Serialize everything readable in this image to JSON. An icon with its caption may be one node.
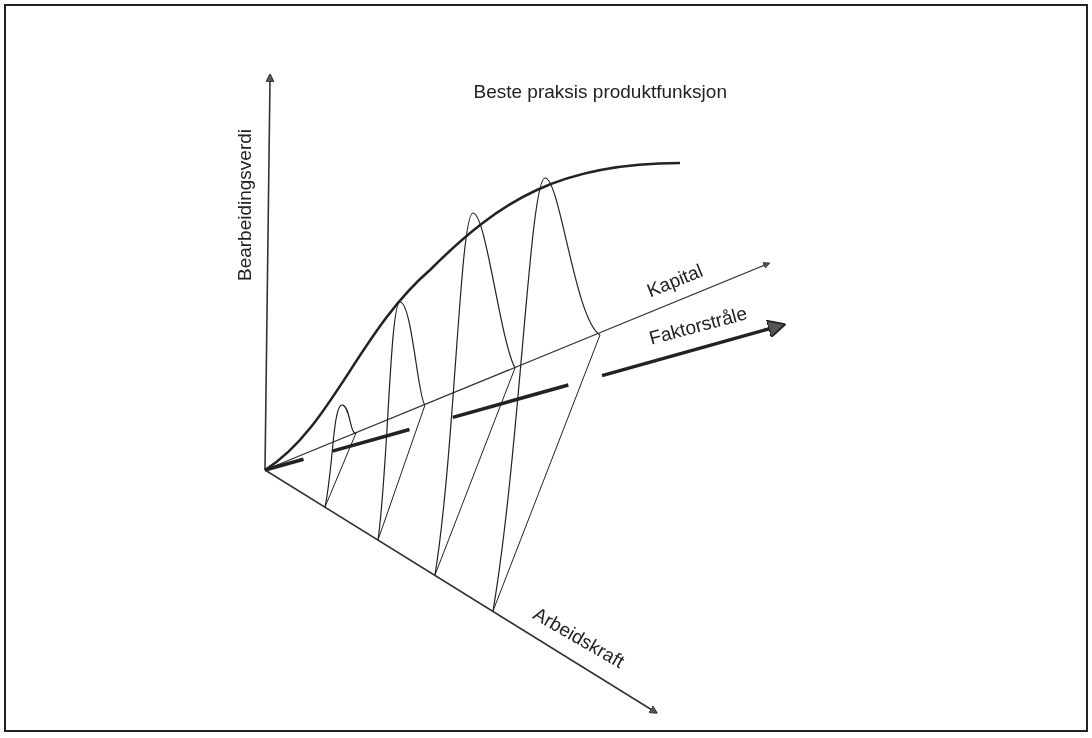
{
  "diagram": {
    "title": "Beste praksis produktfunksjon",
    "labels": [
      "Bearbeidingsverdi",
      "Kapital",
      "Faktorstråle",
      "Arbeidskraft"
    ]
  }
}
